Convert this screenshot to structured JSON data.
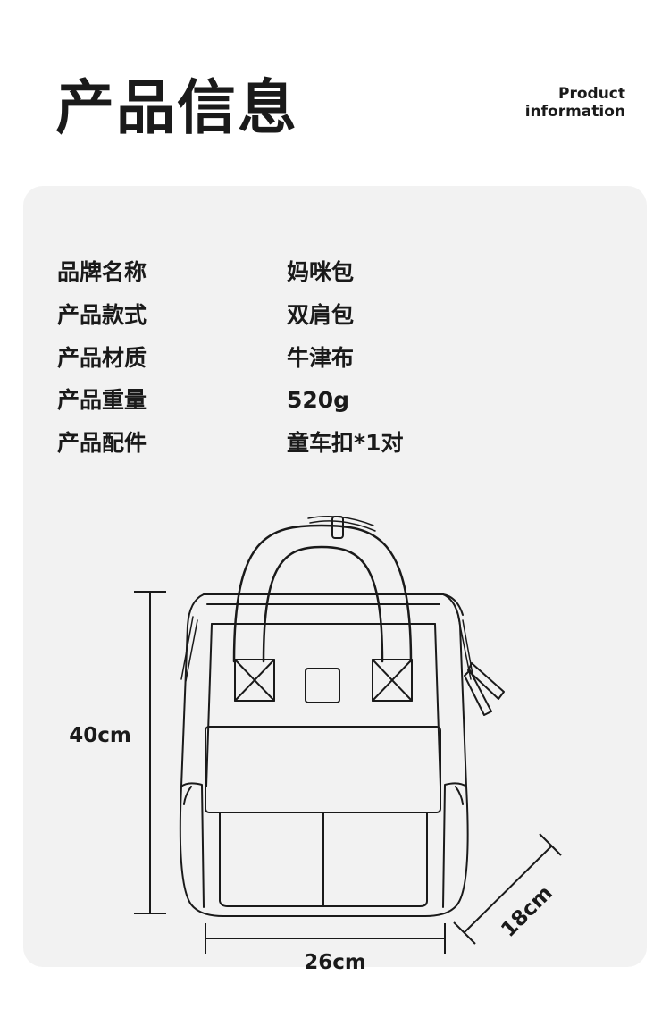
{
  "header": {
    "title": "产品信息",
    "subtitle_line1": "Product",
    "subtitle_line2": "information"
  },
  "specs": [
    {
      "label": "品牌名称",
      "value": "妈咪包"
    },
    {
      "label": "产品款式",
      "value": "双肩包"
    },
    {
      "label": "产品材质",
      "value": "牛津布"
    },
    {
      "label": "产品重量",
      "value": "520g"
    },
    {
      "label": "产品配件",
      "value": "童车扣*1对"
    }
  ],
  "dimensions": {
    "height": "40cm",
    "width": "26cm",
    "depth": "18cm"
  },
  "colors": {
    "card_background": "#f2f2f2",
    "line": "#1a1a1a"
  }
}
